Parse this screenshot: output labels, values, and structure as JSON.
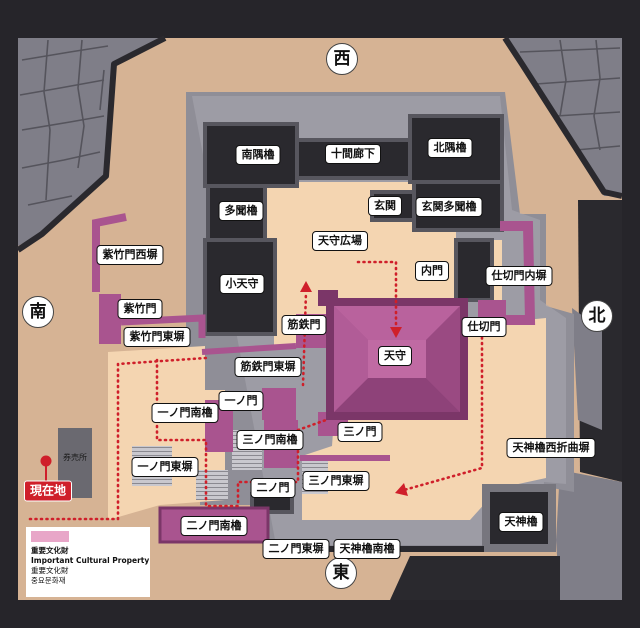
{
  "compass": {
    "west": "西",
    "south": "南",
    "north": "北",
    "east": "東"
  },
  "labels": {
    "minami_sumi_yagura": "南隅櫓",
    "jikken_roka": "十間廊下",
    "kita_sumi_yagura": "北隅櫓",
    "tamon_yagura": "多聞櫓",
    "genkan": "玄関",
    "genkan_tamon_yagura": "玄関多聞櫓",
    "tenshu_hiroba": "天守広場",
    "shichikumon_nishi_hei": "紫竹門西塀",
    "uchimon": "内門",
    "shikirimon_uchi_hei": "仕切門内塀",
    "kotenshu": "小天守",
    "shichikumon": "紫竹門",
    "sujiganemon": "筋鉄門",
    "shikirimon": "仕切門",
    "shichikumon_higashi_hei": "紫竹門東塀",
    "tenshu": "天守",
    "sujiganemon_higashi_hei": "筋鉄門東塀",
    "ichinomon": "一ノ門",
    "ichinomon_minami_yagura": "一ノ門南櫓",
    "sannomon": "三ノ門",
    "sannomon_minami_yagura": "三ノ門南櫓",
    "tenjin_yagura_nishi_orimage_hei": "天神櫓西折曲塀",
    "ichinomon_higashi_hei": "一ノ門東塀",
    "ninomon": "二ノ門",
    "sannomon_higashi_hei": "三ノ門東塀",
    "ninomon_minami_yagura": "二ノ門南櫓",
    "tenjin_yagura": "天神櫓",
    "ninomon_higashi_hei": "二ノ門東塀",
    "tenjin_yagura_minami_yagura": "天神櫓南櫓"
  },
  "current_location": "現在地",
  "ticket_office": "券売所",
  "legend": {
    "title": "重要文化財",
    "english": "Important Cultural Property",
    "chinese": "重要文化財",
    "korean": "중요문화재"
  },
  "colors": {
    "frame": "#26252a",
    "ground": "#d6b394",
    "court": "#f4d5b1",
    "dark": "#2a292e",
    "stone": "#7f7e88",
    "cultural_property": "#a9548f",
    "legend_swatch": "#e8a6c8",
    "route": "#cf1f2a"
  }
}
